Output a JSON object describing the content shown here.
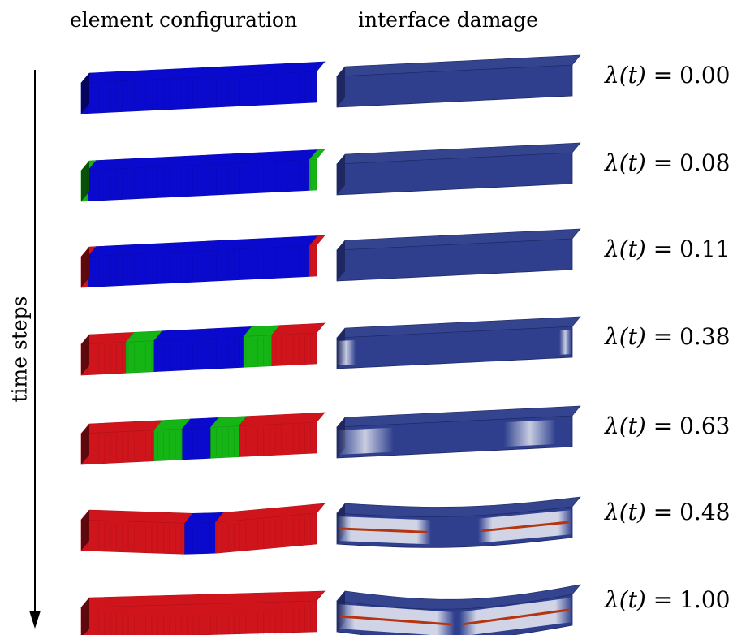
{
  "headers": {
    "left": "element configuration",
    "right": "interface damage"
  },
  "side_label": "time steps",
  "lambda_prefix": "λ(t) = ",
  "colors": {
    "blue": "#0a0acf",
    "red": "#d0141c",
    "green": "#15b515",
    "damage_base": "#2f3f8e",
    "damage_light": "#d8dcea",
    "damage_crack": "#b73410"
  },
  "steps": [
    {
      "lambda": "0.00",
      "segments": [
        [
          "blue",
          1.0
        ]
      ],
      "damage": []
    },
    {
      "lambda": "0.08",
      "segments": [
        [
          "green",
          0.03
        ],
        [
          "blue",
          0.94
        ],
        [
          "green",
          0.03
        ]
      ],
      "damage": []
    },
    {
      "lambda": "0.11",
      "segments": [
        [
          "red",
          0.03
        ],
        [
          "blue",
          0.94
        ],
        [
          "red",
          0.03
        ]
      ],
      "damage": []
    },
    {
      "lambda": "0.38",
      "segments": [
        [
          "red",
          0.19
        ],
        [
          "green",
          0.12
        ],
        [
          "blue",
          0.38
        ],
        [
          "green",
          0.12
        ],
        [
          "red",
          0.19
        ]
      ],
      "damage": [
        {
          "pos": 0.04,
          "w": 0.08,
          "type": "light"
        },
        {
          "pos": 0.97,
          "w": 0.05,
          "type": "light"
        }
      ]
    },
    {
      "lambda": "0.63",
      "segments": [
        [
          "red",
          0.31
        ],
        [
          "green",
          0.12
        ],
        [
          "blue",
          0.12
        ],
        [
          "green",
          0.12
        ],
        [
          "red",
          0.33
        ]
      ],
      "damage": [
        {
          "pos": 0.12,
          "w": 0.24,
          "type": "light"
        },
        {
          "pos": 0.82,
          "w": 0.22,
          "type": "light"
        }
      ]
    },
    {
      "lambda": "0.48",
      "segments": [
        [
          "red",
          0.44
        ],
        [
          "blue",
          0.13
        ],
        [
          "red",
          0.43
        ]
      ],
      "damage": [
        {
          "pos": 0.2,
          "w": 0.4,
          "type": "crack"
        },
        {
          "pos": 0.8,
          "w": 0.4,
          "type": "crack"
        }
      ]
    },
    {
      "lambda": "1.00",
      "segments": [
        [
          "red",
          1.0
        ]
      ],
      "damage": [
        {
          "pos": 0.25,
          "w": 0.5,
          "type": "crack"
        },
        {
          "pos": 0.76,
          "w": 0.48,
          "type": "crack"
        }
      ]
    }
  ]
}
